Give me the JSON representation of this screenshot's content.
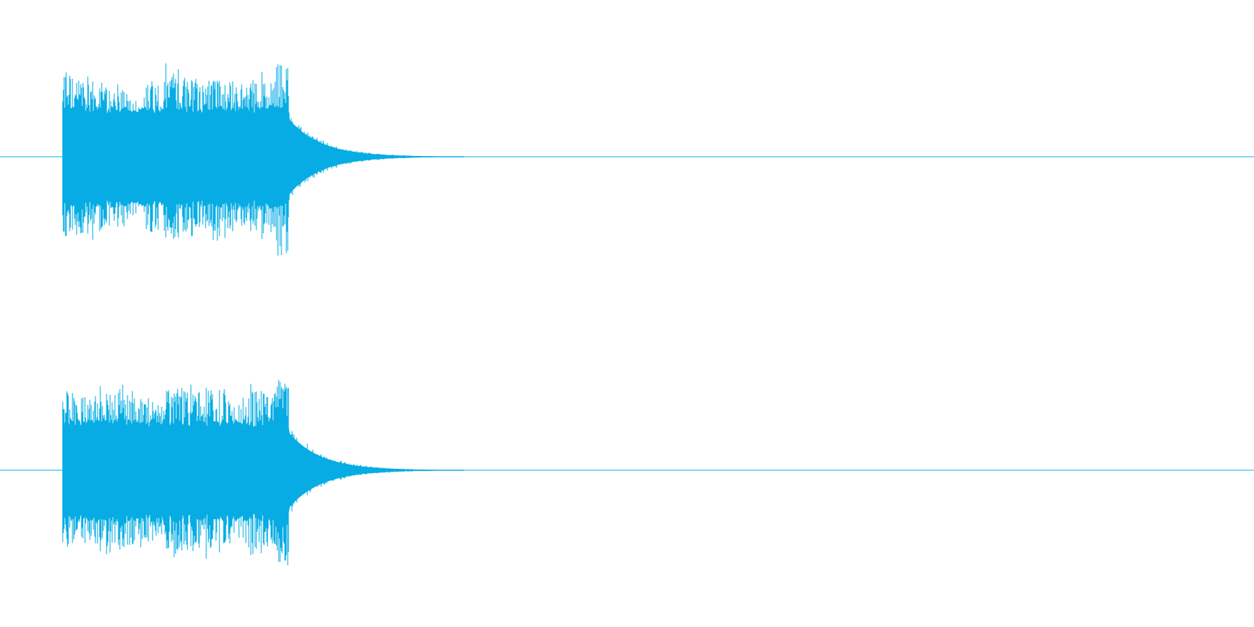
{
  "waveform": {
    "color": "#06acE3",
    "background": "#ffffff",
    "channel_count": 2,
    "channels": [
      {
        "name": "",
        "envelope": {
          "note_onsets": [
            0.0,
            0.03,
            0.066,
            0.082,
            0.114,
            0.15,
            0.17
          ],
          "note_peaks": [
            0.86,
            0.72,
            0.78,
            0.9,
            0.82,
            0.86,
            0.98
          ],
          "decay_tail_end": 0.37,
          "noise_floor": 0.005
        }
      },
      {
        "name": "",
        "envelope": {
          "note_onsets": [
            0.0,
            0.03,
            0.066,
            0.082,
            0.114,
            0.15,
            0.17
          ],
          "note_peaks": [
            0.8,
            0.86,
            0.7,
            0.88,
            0.84,
            0.87,
            0.96
          ],
          "decay_tail_end": 0.37,
          "noise_floor": 0.005
        }
      }
    ],
    "sound_start": 0.05,
    "sound_active_end": 0.23
  }
}
